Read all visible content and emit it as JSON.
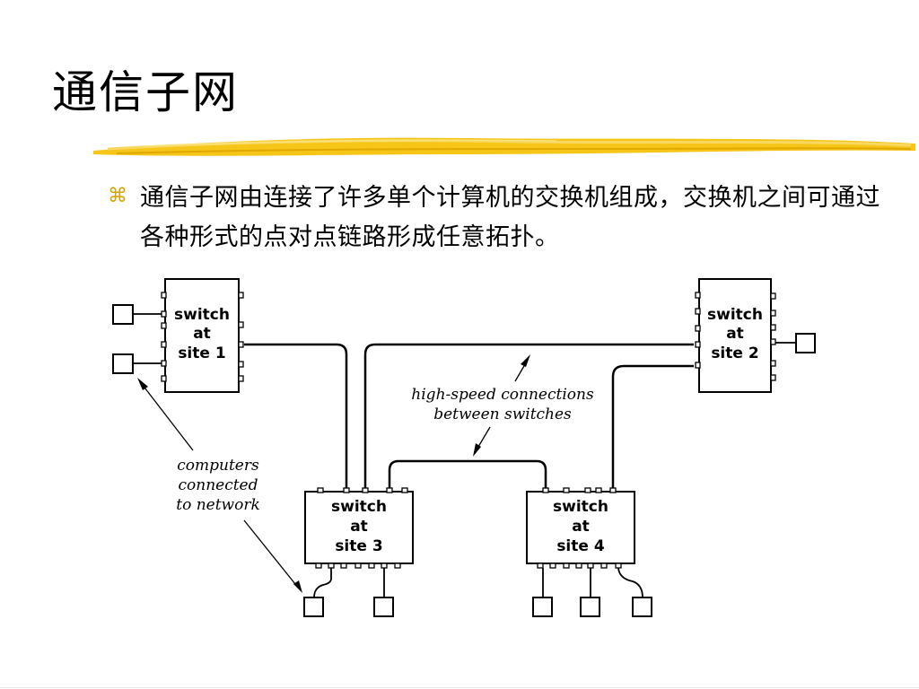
{
  "slide": {
    "title": "通信子网",
    "bullet_icon": "command-key-icon",
    "bullet_text": "通信子网由连接了许多单个计算机的交换机组成，交换机之间可通过各种形式的点对点链路形成任意拓扑。",
    "accent_color": "#f0b800"
  },
  "diagram": {
    "switches": [
      {
        "id": "s1",
        "lines": [
          "switch",
          "at",
          "site 1"
        ]
      },
      {
        "id": "s2",
        "lines": [
          "switch",
          "at",
          "site 2"
        ]
      },
      {
        "id": "s3",
        "lines": [
          "switch",
          "at",
          "site 3"
        ]
      },
      {
        "id": "s4",
        "lines": [
          "switch",
          "at",
          "site 4"
        ]
      }
    ],
    "annotations": {
      "high_speed": [
        "high-speed connections",
        "between switches"
      ],
      "computers": [
        "computers",
        "connected",
        "to network"
      ]
    }
  }
}
